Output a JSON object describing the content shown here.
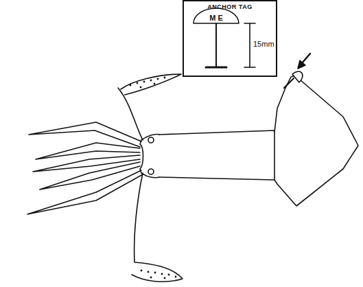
{
  "diagram": {
    "nodes": [
      {
        "text": [
          "ANCHOR TAG"
        ]
      }
    ],
    "labels": [
      "M E",
      "15mm"
    ]
  }
}
